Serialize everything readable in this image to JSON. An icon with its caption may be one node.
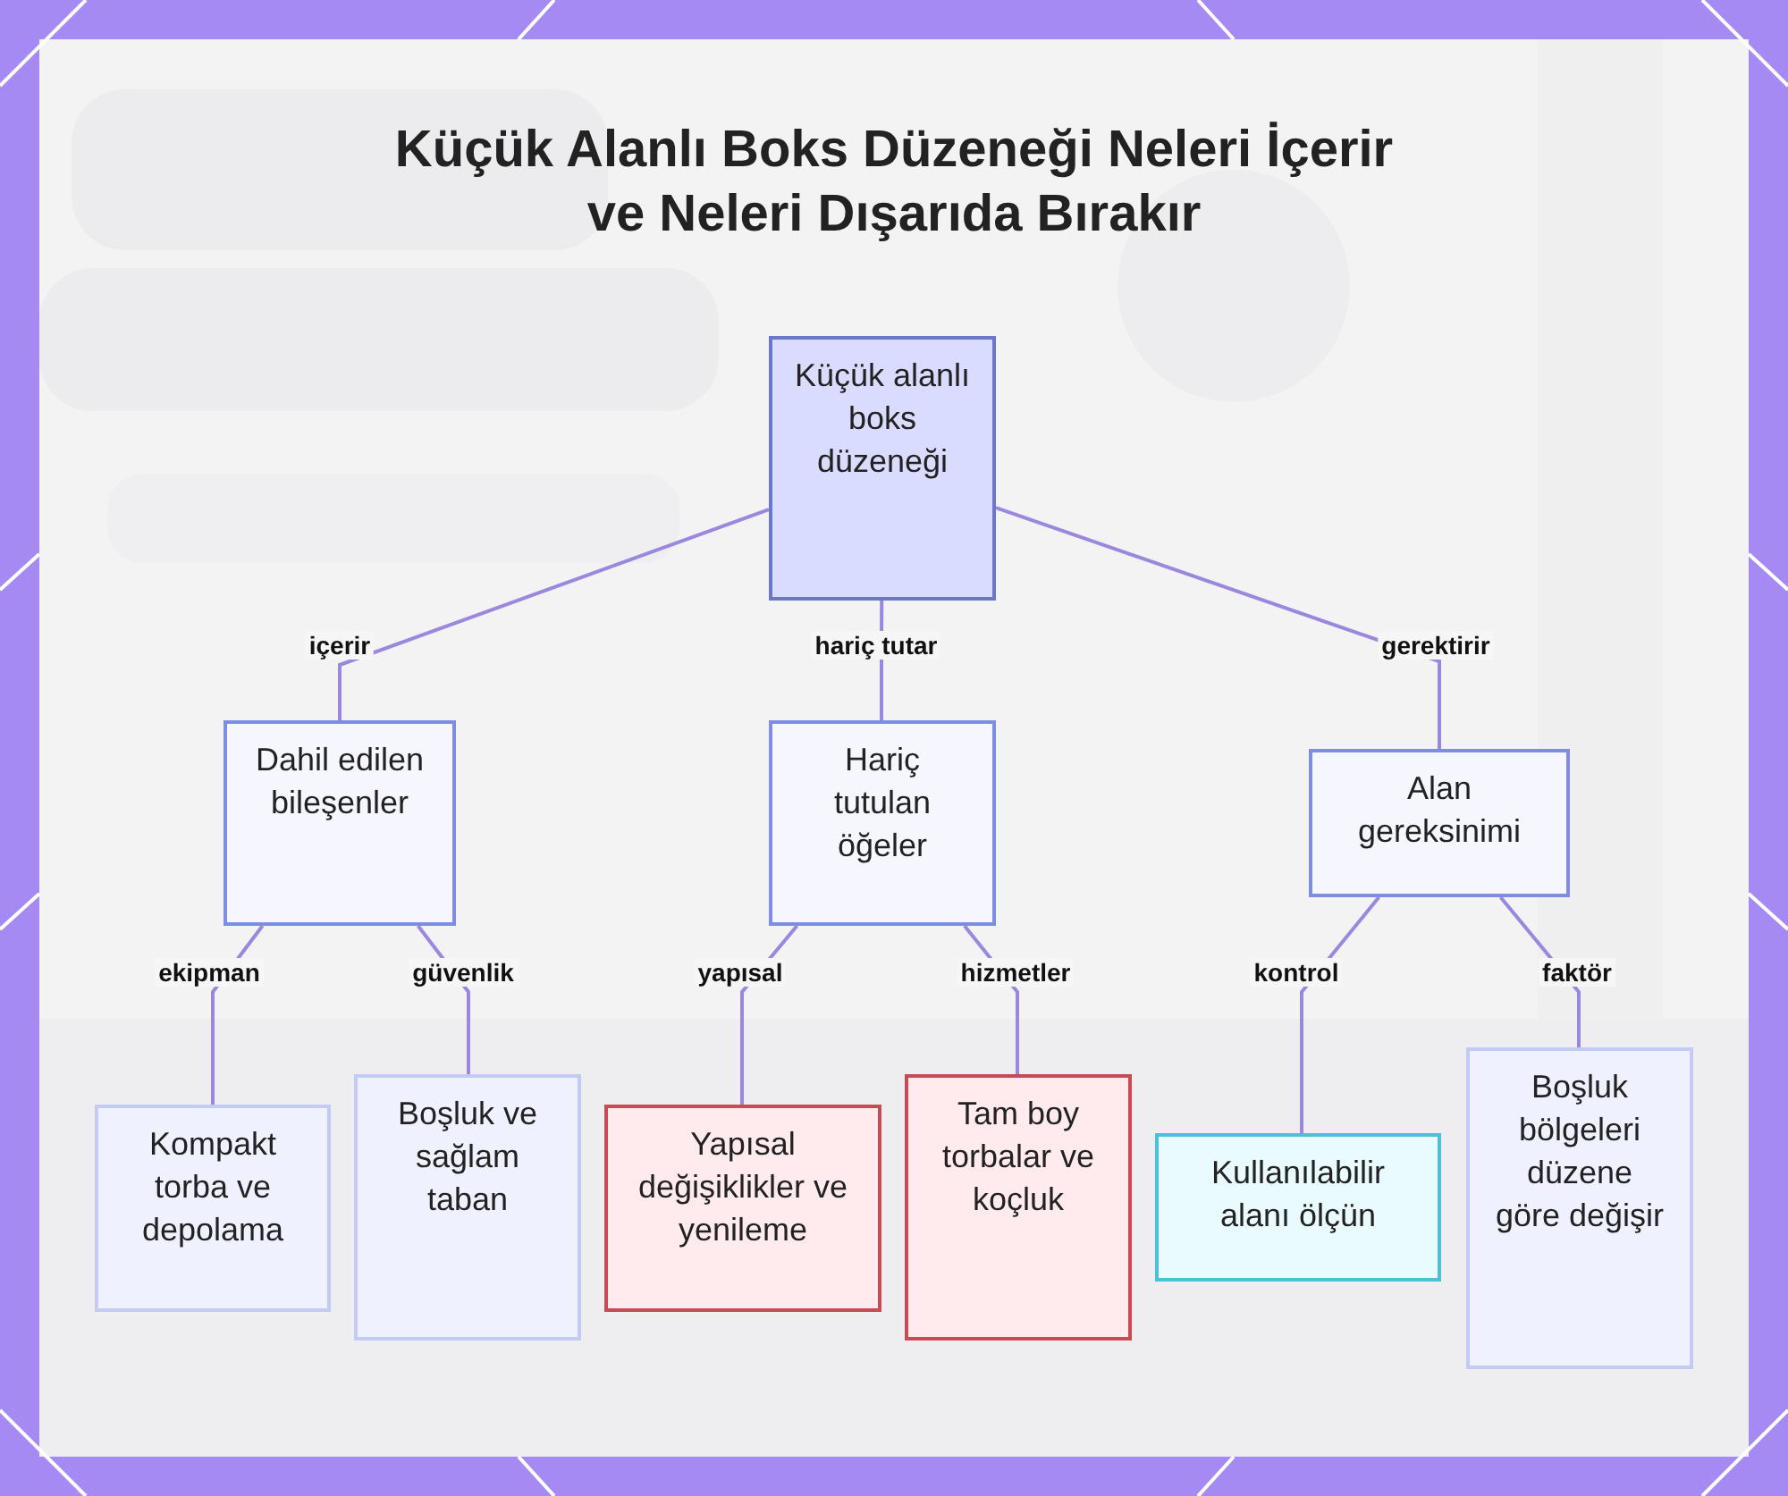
{
  "diagram": {
    "title": "Küçük Alanlı Boks Düzeneği Neleri İçerir ve Neleri Dışarıda Bırakır",
    "nodes": [
      {
        "text": [
          "Küçük alanlı boks düzeneği"
        ]
      },
      {
        "text": [
          "Dahil edilen bileşenler"
        ]
      },
      {
        "text": [
          "Hariç tutulan öğeler"
        ]
      },
      {
        "text": [
          "Alan gereksinimi"
        ]
      },
      {
        "text": [
          "Kompakt torba ve depolama"
        ]
      },
      {
        "text": [
          "Boşluk ve sağlam taban"
        ]
      },
      {
        "text": [
          "Yapısal değişiklikler ve yenileme"
        ]
      },
      {
        "text": [
          "Tam boy torbalar ve koçluk"
        ]
      },
      {
        "text": [
          "Kullanılabilir alanı ölçün"
        ]
      },
      {
        "text": [
          "Boşluk bölgeleri düzene göre değişir"
        ]
      }
    ],
    "edges": [
      {
        "from": 0,
        "to": 1,
        "arrow": "none",
        "label": "içerir"
      },
      {
        "from": 0,
        "to": 2,
        "arrow": "none",
        "label": "hariç tutar"
      },
      {
        "from": 0,
        "to": 3,
        "arrow": "none",
        "label": "gerektirir"
      },
      {
        "from": 1,
        "to": 4,
        "arrow": "none",
        "label": "ekipman"
      },
      {
        "from": 1,
        "to": 5,
        "arrow": "none",
        "label": "güvenlik"
      },
      {
        "from": 2,
        "to": 6,
        "arrow": "none",
        "label": "yapısal"
      },
      {
        "from": 2,
        "to": 7,
        "arrow": "none",
        "label": "hizmetler"
      },
      {
        "from": 3,
        "to": 8,
        "arrow": "none",
        "label": "kontrol"
      },
      {
        "from": 3,
        "to": 9,
        "arrow": "none",
        "label": "faktör"
      }
    ]
  }
}
